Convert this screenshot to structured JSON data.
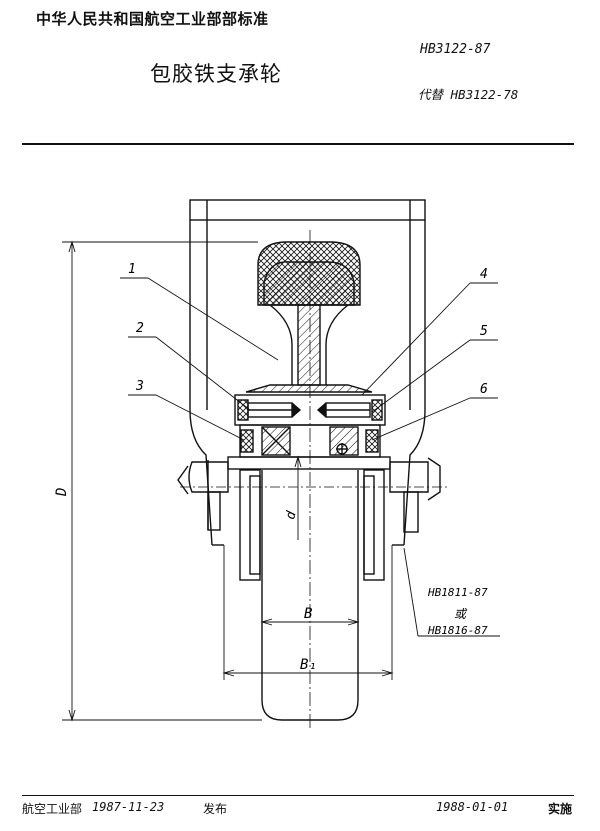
{
  "header": {
    "organization": "中华人民共和国航空工业部部标准",
    "title": "包胶铁支承轮",
    "standard_code": "HB3122-87",
    "supersedes": "代替 HB3122-78"
  },
  "drawing": {
    "callouts": {
      "c1": "1",
      "c2": "2",
      "c3": "3",
      "c4": "4",
      "c5": "5",
      "c6": "6"
    },
    "dim_D": "D",
    "dim_d": "d",
    "dim_B": "B",
    "dim_B1": "B₁",
    "ref_std_1": "HB1811-87",
    "ref_or": "或",
    "ref_std_2": "HB1816-87"
  },
  "footer": {
    "issuer": "航空工业部",
    "issue_date": "1987-11-23",
    "issued_label": "发布",
    "implement_date": "1988-01-01",
    "implement_label": "实施"
  }
}
